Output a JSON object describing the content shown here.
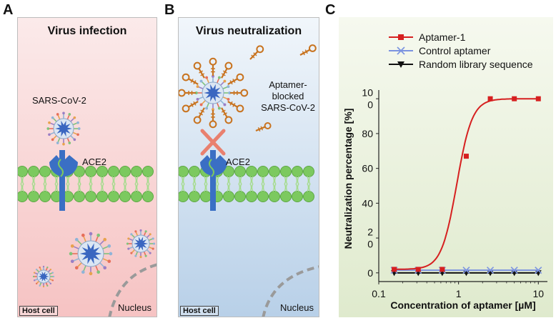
{
  "panels": {
    "a": {
      "letter": "A",
      "title": "Virus infection",
      "virus_label": "SARS-CoV-2",
      "receptor_label": "ACE2",
      "nucleus_label": "Nucleus",
      "host_label": "Host cell"
    },
    "b": {
      "letter": "B",
      "title": "Virus neutralization",
      "blocked_label_lines": [
        "Aptamer-",
        "blocked",
        "SARS-CoV-2"
      ],
      "receptor_label": "ACE2",
      "nucleus_label": "Nucleus",
      "host_label": "Host cell"
    },
    "c": {
      "letter": "C"
    }
  },
  "colors": {
    "panel_a_top": "#fbeaea",
    "panel_a_bottom": "#f6c3c3",
    "panel_b_top": "#f1f6fb",
    "panel_b_bottom": "#b8d0e8",
    "chart_bg_top": "#f6f9ef",
    "chart_bg_bottom": "#dfeacd",
    "membrane": "#7cc95f",
    "ace2": "#3a6fc4",
    "aptamer": "#c8731f",
    "cross": "#e9806f"
  },
  "chart_data": {
    "type": "scatter",
    "xlabel": "Concentration of aptamer [µM]",
    "ylabel": "Neutralization percentage [%]",
    "x_scale": "log",
    "xlim": [
      0.1,
      13
    ],
    "ylim": [
      -5,
      105
    ],
    "x_ticks": [
      0.1,
      1,
      10
    ],
    "x_tick_labels": [
      "0.1",
      "1",
      "10"
    ],
    "y_ticks": [
      0,
      20,
      40,
      60,
      80,
      100
    ],
    "y_tick_labels": [
      [
        "0"
      ],
      [
        "2",
        "0"
      ],
      [
        "40"
      ],
      [
        "60"
      ],
      [
        "80"
      ],
      [
        "10",
        "0"
      ]
    ],
    "legend_position": "top",
    "series": [
      {
        "name": "Aptamer-1",
        "color": "#d62020",
        "marker": "square",
        "x": [
          0.156,
          0.3125,
          0.625,
          1.25,
          2.5,
          5,
          10
        ],
        "y": [
          2,
          2,
          2,
          67,
          100,
          100,
          100
        ],
        "fit": {
          "type": "sigmoid",
          "ec50": 0.95,
          "hill": 4.5,
          "bottom": 2,
          "top": 100
        }
      },
      {
        "name": "Control aptamer",
        "color": "#7b93e0",
        "marker": "x",
        "x": [
          0.156,
          0.3125,
          0.625,
          1.25,
          2.5,
          5,
          10
        ],
        "y": [
          1.5,
          1.5,
          1.5,
          1.5,
          1.5,
          1.5,
          1.5
        ]
      },
      {
        "name": "Random library sequence",
        "color": "#111111",
        "marker": "triangle-down",
        "x": [
          0.156,
          0.3125,
          0.625,
          1.25,
          2.5,
          5,
          10
        ],
        "y": [
          0,
          0,
          0,
          0,
          0,
          0,
          0
        ]
      }
    ]
  }
}
